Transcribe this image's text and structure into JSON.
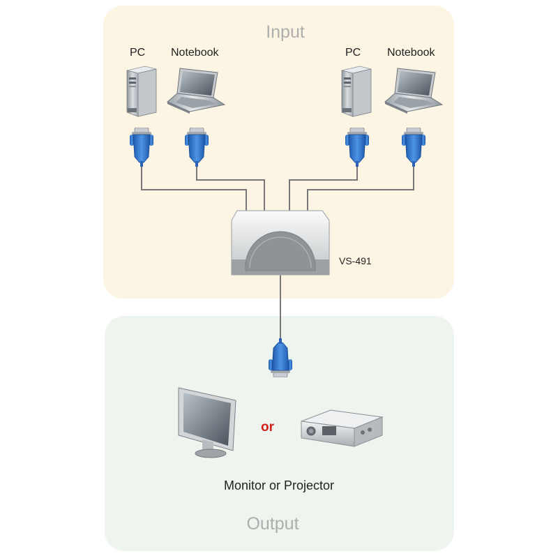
{
  "diagram": {
    "input_title": "Input",
    "output_title": "Output",
    "sources": [
      {
        "label": "PC",
        "icon": "pc-tower-icon"
      },
      {
        "label": "Notebook",
        "icon": "laptop-icon"
      },
      {
        "label": "PC",
        "icon": "pc-tower-icon"
      },
      {
        "label": "Notebook",
        "icon": "laptop-icon"
      }
    ],
    "switch_model": "VS-491",
    "connector_icon": "vga-connector-icon",
    "output_separator": "or",
    "output_caption": "Monitor or Projector",
    "output_icons": [
      "monitor-icon",
      "projector-icon"
    ]
  },
  "colors": {
    "input_panel": "#fcf5e4",
    "output_panel": "#eef4ee",
    "title_gray": "#aeaeae",
    "connector_blue": "#2f6fc7",
    "cable_gray": "#777777",
    "or_red": "#d0201c"
  }
}
